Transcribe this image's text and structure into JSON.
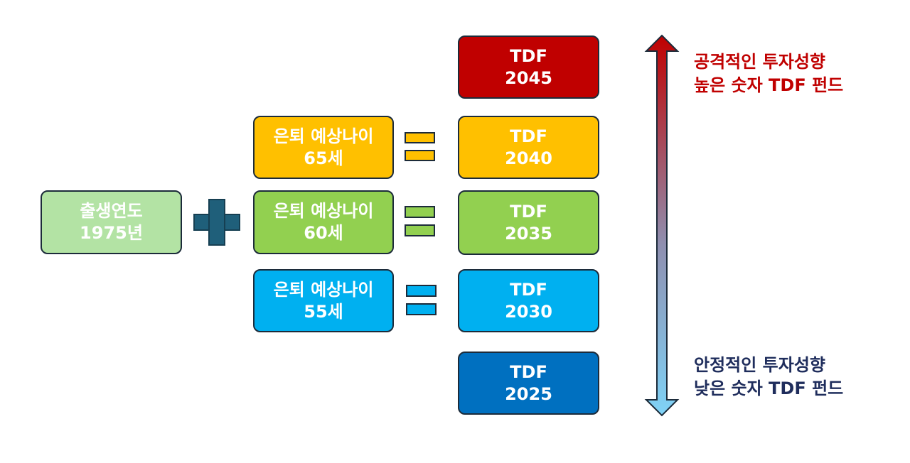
{
  "birth": {
    "line1": "출생연도",
    "line2": "1975년"
  },
  "retire": [
    {
      "line1": "은퇴 예상나이",
      "line2": "65세"
    },
    {
      "line1": "은퇴 예상나이",
      "line2": "60세"
    },
    {
      "line1": "은퇴 예상나이",
      "line2": "55세"
    }
  ],
  "tdf": [
    {
      "line1": "TDF",
      "line2": "2045"
    },
    {
      "line1": "TDF",
      "line2": "2040"
    },
    {
      "line1": "TDF",
      "line2": "2035"
    },
    {
      "line1": "TDF",
      "line2": "2030"
    },
    {
      "line1": "TDF",
      "line2": "2025"
    }
  ],
  "top_label": {
    "line1": "공격적인 투자성향",
    "line2": "높은 숫자 TDF 펀드"
  },
  "bottom_label": {
    "line1": "안정적인 투자성향",
    "line2": "낮은 숫자 TDF 펀드"
  },
  "colors": {
    "birth": "#b3e3a4",
    "retire_65": "#ffc000",
    "retire_60": "#92d050",
    "retire_55": "#00b0f0",
    "tdf_2045": "#c00000",
    "tdf_2040": "#ffc000",
    "tdf_2035": "#92d050",
    "tdf_2030": "#00b0f0",
    "tdf_2025": "#0070c0",
    "plus": "#1f5f7a",
    "arrow_top": "#c00000",
    "arrow_bottom": "#7fd3f7",
    "top_label": "#c00000",
    "bottom_label": "#1f2d5c"
  }
}
